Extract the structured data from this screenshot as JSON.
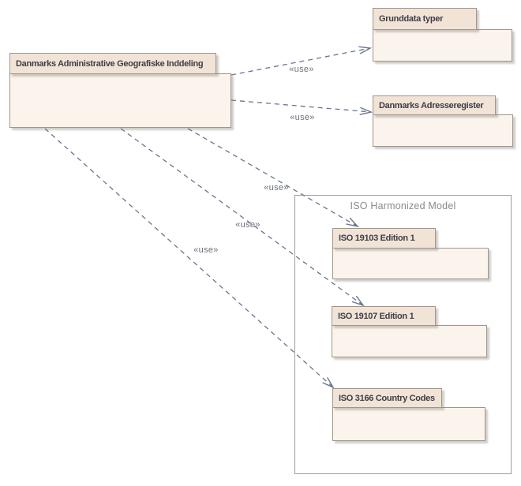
{
  "diagram_type": "uml-package-dependency-diagram",
  "packages": [
    {
      "name": "Danmarks Administrative Geografiske Inddeling"
    },
    {
      "name": "Grunddata typer"
    },
    {
      "name": "Danmarks Adresseregister"
    },
    {
      "name": "ISO 19103 Edition 1"
    },
    {
      "name": "ISO 19107 Edition 1"
    },
    {
      "name": "ISO 3166 Country Codes"
    }
  ],
  "boundary": {
    "label": "ISO Harmonized Model"
  },
  "dependencies": [
    {
      "from": "Danmarks Administrative Geografiske Inddeling",
      "to": "Grunddata typer",
      "label": "«use»"
    },
    {
      "from": "Danmarks Administrative Geografiske Inddeling",
      "to": "Danmarks Adresseregister",
      "label": "«use»"
    },
    {
      "from": "Danmarks Administrative Geografiske Inddeling",
      "to": "ISO 19103 Edition 1",
      "label": "«use»"
    },
    {
      "from": "Danmarks Administrative Geografiske Inddeling",
      "to": "ISO 19107 Edition 1",
      "label": "«use»"
    },
    {
      "from": "Danmarks Administrative Geografiske Inddeling",
      "to": "ISO 3166 Country Codes",
      "label": "«use»"
    }
  ],
  "colors": {
    "package_tab_fill": "#f2e3d7",
    "package_body_fill": "#fbf4ed",
    "package_border": "#a2948a",
    "dependency_line": "#68748f",
    "title_text": "#3d3d46",
    "use_label_text": "#6b7180",
    "boundary_border": "#9d9d9d",
    "boundary_label_text": "#8a8a90"
  }
}
